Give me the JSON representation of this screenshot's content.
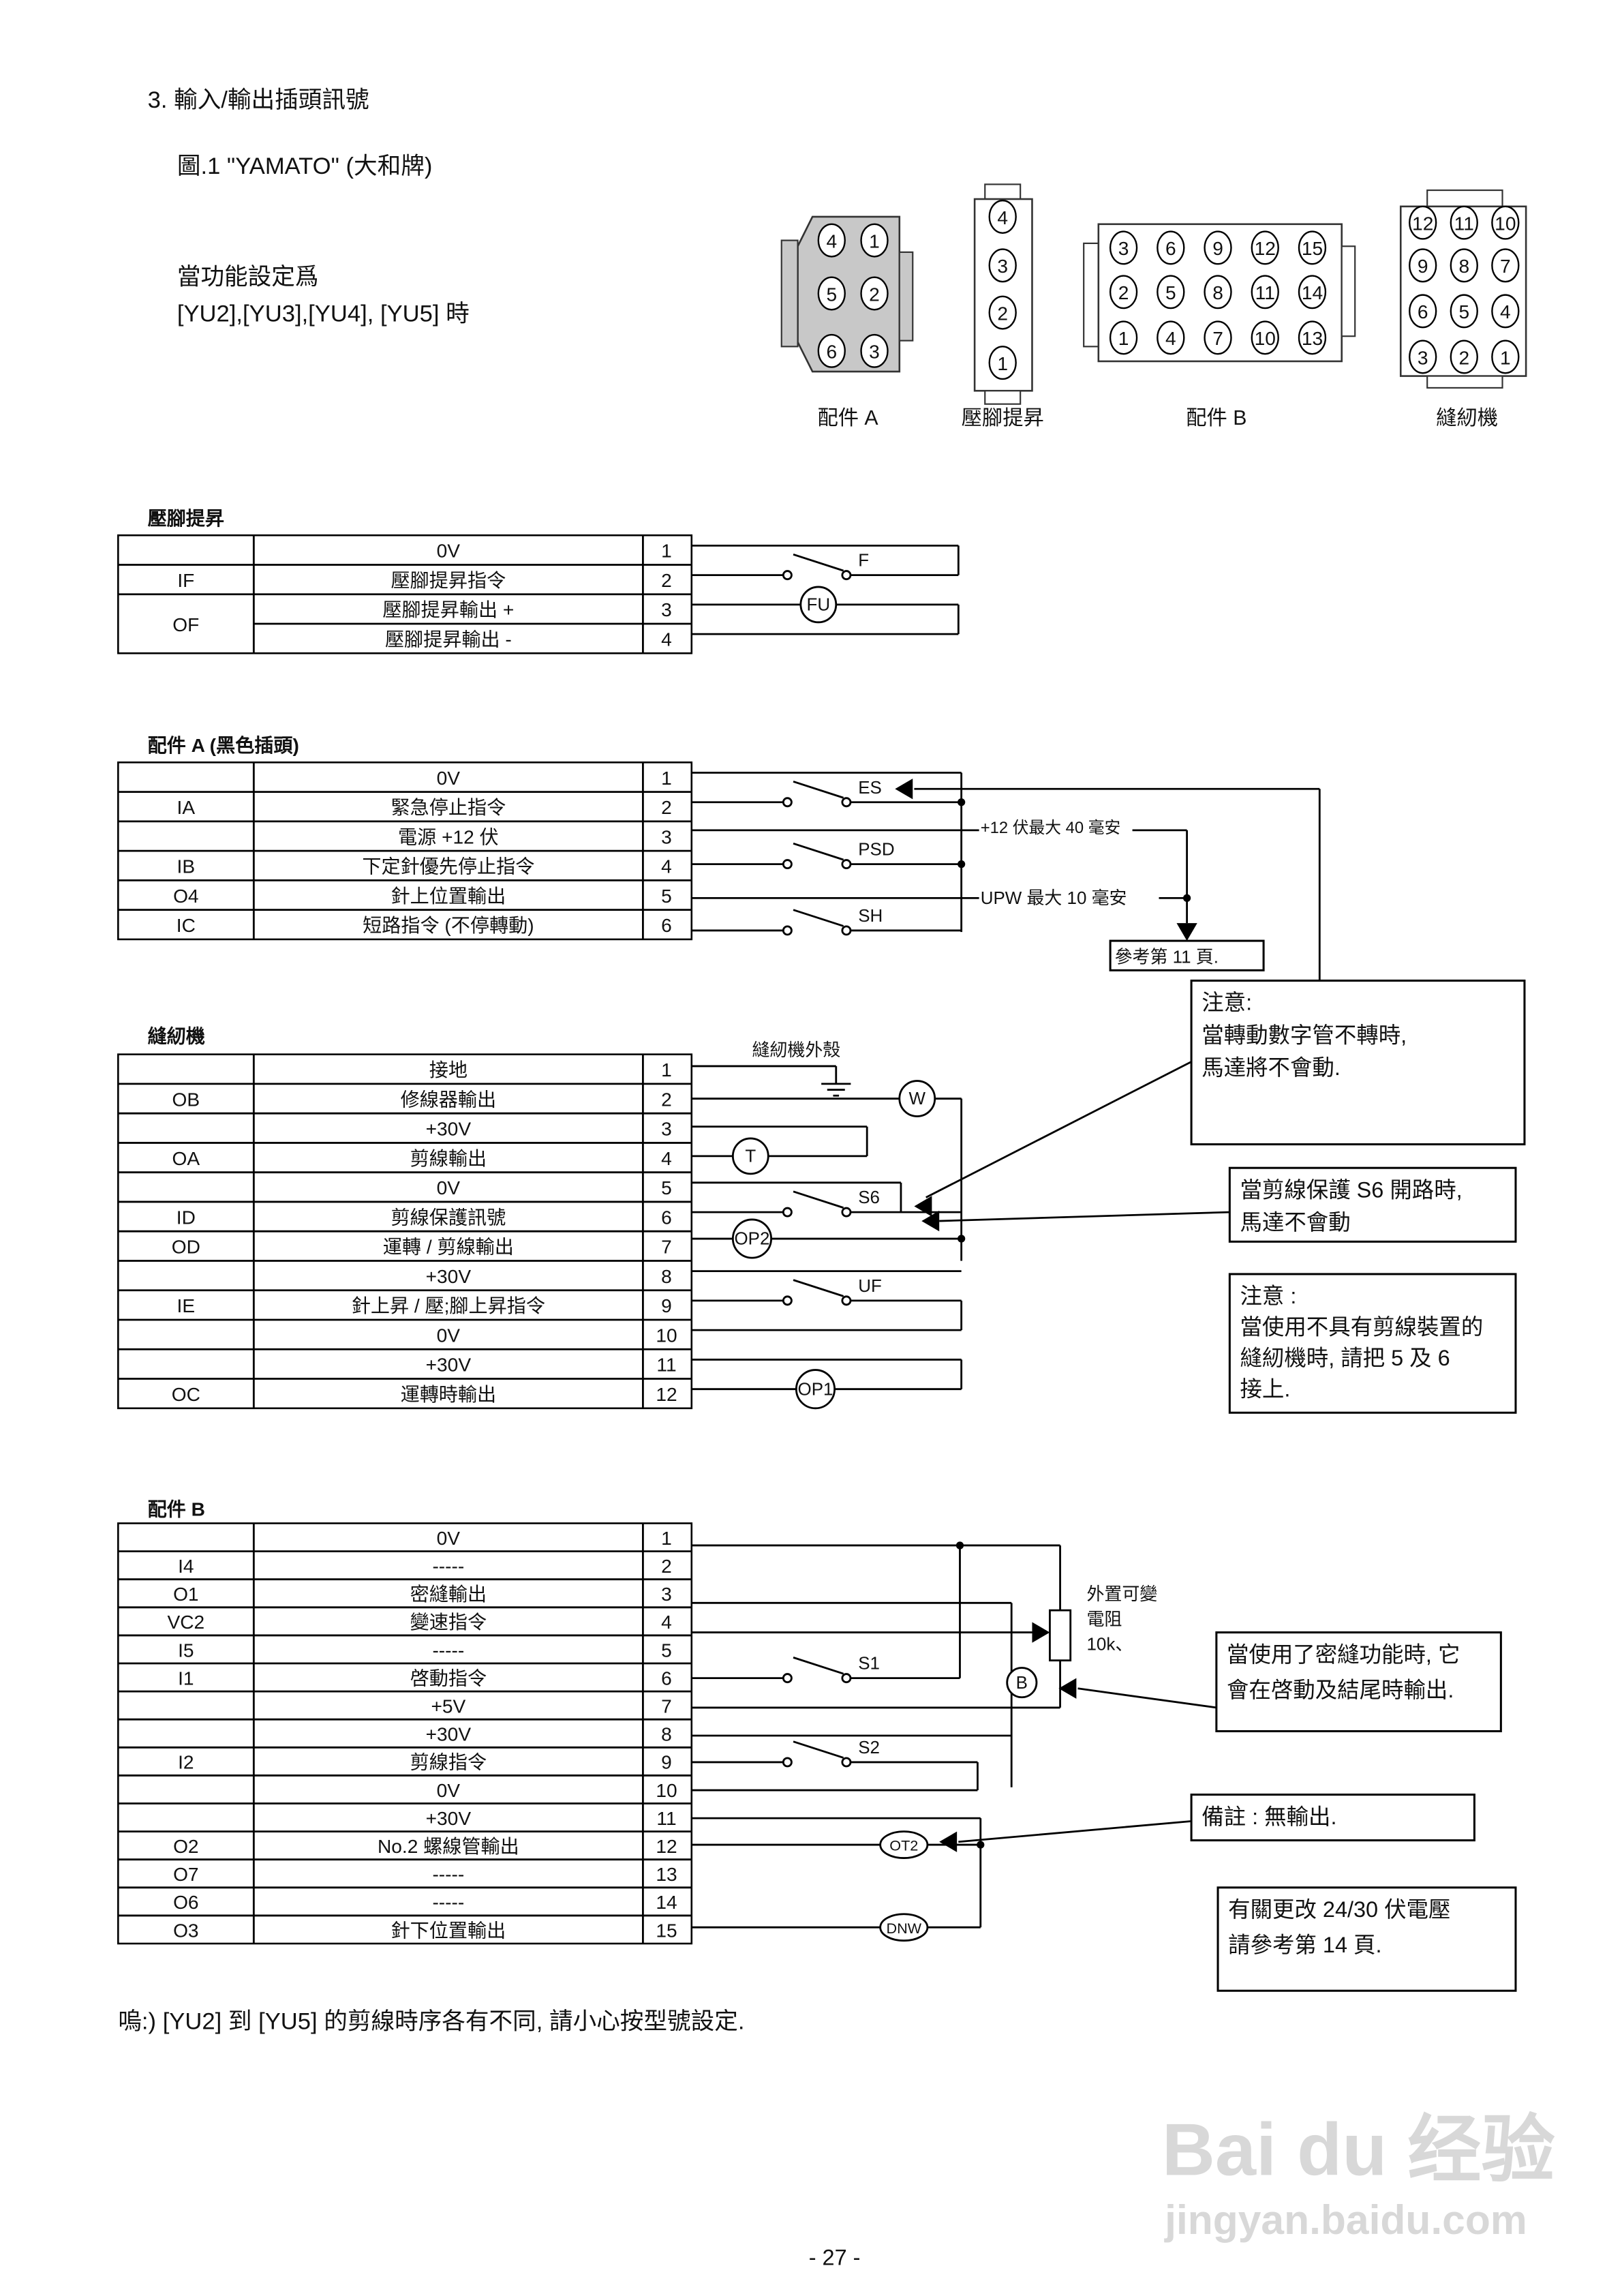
{
  "header": {
    "section_title": "3.  輸入/輸出插頭訊號",
    "figure_caption": "圖.1     \"YAMATO\" (大和牌)",
    "condition_line1": "當功能設定爲",
    "condition_line2": "[YU2],[YU3],[YU4], [YU5]  時"
  },
  "connectors": [
    {
      "label": "配件  A",
      "pins": [
        [
          4,
          1
        ],
        [
          5,
          2
        ],
        [
          6,
          3
        ]
      ],
      "body_color": "#c8c8c8"
    },
    {
      "label": "壓腳提昇",
      "pins": [
        [
          4
        ],
        [
          3
        ],
        [
          2
        ],
        [
          1
        ]
      ],
      "body_color": "#ffffff"
    },
    {
      "label": "配件  B",
      "pins": [
        [
          3,
          6,
          9,
          12,
          15
        ],
        [
          2,
          5,
          8,
          11,
          14
        ],
        [
          1,
          4,
          7,
          10,
          13
        ]
      ],
      "body_color": "#ffffff"
    },
    {
      "label": "縫紉機",
      "pins": [
        [
          12,
          11,
          10
        ],
        [
          9,
          8,
          7
        ],
        [
          6,
          5,
          4
        ],
        [
          3,
          2,
          1
        ]
      ],
      "body_color": "#ffffff"
    }
  ],
  "tables": [
    {
      "title": "壓腳提昇",
      "rows": [
        [
          "",
          "0V",
          "1"
        ],
        [
          "IF",
          "壓腳提昇指令",
          "2"
        ],
        [
          "OF",
          "壓腳提昇輸出  +",
          "3"
        ],
        [
          "",
          "壓腳提昇輸出  -",
          "4"
        ]
      ]
    },
    {
      "title": "配件  A (黑色插頭)",
      "rows": [
        [
          "",
          "0V",
          "1"
        ],
        [
          "IA",
          "緊急停止指令",
          "2"
        ],
        [
          "",
          "電源  +12 伏",
          "3"
        ],
        [
          "IB",
          "下定針優先停止指令",
          "4"
        ],
        [
          "O4",
          "針上位置輸出",
          "5"
        ],
        [
          "IC",
          "短路指令  (不停轉動)",
          "6"
        ]
      ]
    },
    {
      "title": "縫紉機",
      "rows": [
        [
          "",
          "接地",
          "1"
        ],
        [
          "OB",
          "修線器輸出",
          "2"
        ],
        [
          "",
          "+30V",
          "3"
        ],
        [
          "OA",
          "剪線輸出",
          "4"
        ],
        [
          "",
          "0V",
          "5"
        ],
        [
          "ID",
          "剪線保護訊號",
          "6"
        ],
        [
          "OD",
          "運轉  /  剪線輸出",
          "7"
        ],
        [
          "",
          "+30V",
          "8"
        ],
        [
          "IE",
          "針上昇  /  壓;腳上昇指令",
          "9"
        ],
        [
          "",
          "0V",
          "10"
        ],
        [
          "",
          "+30V",
          "11"
        ],
        [
          "OC",
          "運轉時輸出",
          "12"
        ]
      ]
    },
    {
      "title": "配件  B",
      "rows": [
        [
          "",
          "0V",
          "1"
        ],
        [
          "I4",
          "-----",
          "2"
        ],
        [
          "O1",
          "密縫輸出",
          "3"
        ],
        [
          "VC2",
          "變速指令",
          "4"
        ],
        [
          "I5",
          "-----",
          "5"
        ],
        [
          "I1",
          "啓動指令",
          "6"
        ],
        [
          "",
          "+5V",
          "7"
        ],
        [
          "",
          "+30V",
          "8"
        ],
        [
          "I2",
          "剪線指令",
          "9"
        ],
        [
          "",
          "0V",
          "10"
        ],
        [
          "",
          "+30V",
          "11"
        ],
        [
          "O2",
          "No.2  螺線管輸出",
          "12"
        ],
        [
          "O7",
          "-----",
          "13"
        ],
        [
          "O6",
          "-----",
          "14"
        ],
        [
          "O3",
          "針下位置輸出",
          "15"
        ]
      ]
    }
  ],
  "wiring": {
    "F": "F",
    "FU": "FU",
    "ES": "ES",
    "PSD": "PSD",
    "SH": "SH",
    "v12": "+12 伏最大 40 毫安",
    "upw": "UPW   最大 10 毫安",
    "ref11": "參考第  11  頁.",
    "casing": "縫紉機外殼",
    "W": "W",
    "T": "T",
    "S6": "S6",
    "OP2": "OP2",
    "UF": "UF",
    "OP1": "OP1",
    "resistor": [
      "外置可變",
      "電阻",
      "10k、"
    ],
    "S1": "S1",
    "B": "B",
    "S2": "S2",
    "OT2": "OT2",
    "DNW": "DNW"
  },
  "notes": {
    "motor_stop": [
      "注意:",
      "當轉動數字管不轉時,",
      "馬達將不會動."
    ],
    "s6_open": [
      "當剪線保護 S6  開路時,",
      "馬達不會動"
    ],
    "no_trimmer": [
      "注意 :",
      "當使用不具有剪線裝置的",
      "縫紉機時, 請把 5  及  6",
      "接上."
    ],
    "dense_stitch": [
      "當使用了密縫功能時, 它",
      "會在啓動及結尾時輸出."
    ],
    "no_output": [
      "備註  :  無輸出."
    ],
    "voltage": [
      "有關更改  24/30 伏電壓",
      "請參考第 14 頁."
    ]
  },
  "footer": {
    "remark": "嗚:) [YU2]  到  [YU5]  的剪線時序各有不同, 請小心按型號設定.",
    "page_number": "- 27 -"
  },
  "watermark": {
    "logo": "Bai du 经验",
    "url": "jingyan.baidu.com"
  }
}
